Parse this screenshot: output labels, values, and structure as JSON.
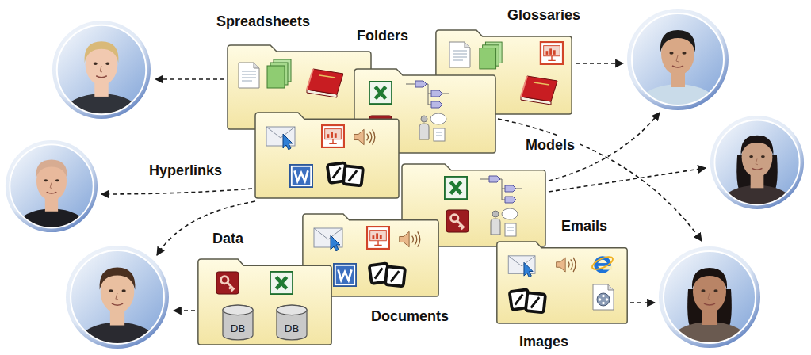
{
  "diagram": {
    "nodes": [
      {
        "text": [
          "DB"
        ]
      },
      {
        "text": [
          "DB"
        ]
      }
    ],
    "labels": [
      "Spreadsheets",
      "Folders",
      "Glossaries",
      "Models",
      "Hyperlinks",
      "Data",
      "Emails",
      "Documents",
      "Images"
    ]
  }
}
